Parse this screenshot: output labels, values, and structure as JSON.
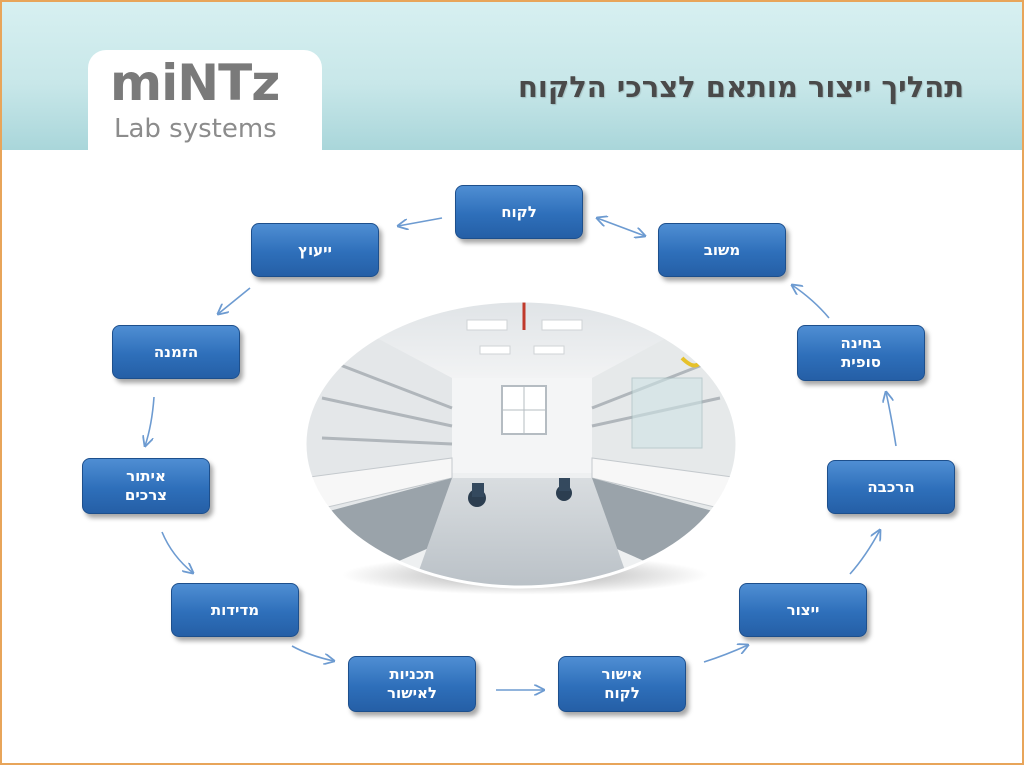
{
  "title": "תהליך ייצור מותאם לצרכי הלקוח",
  "logo": {
    "main": "miNTz",
    "sub": "Lab systems"
  },
  "colors": {
    "box": "#2e6fba",
    "arrow": "#6d9bd1",
    "header": "#c8e7e9",
    "border": "#e8a55a"
  },
  "steps": [
    {
      "id": "customer",
      "label": "לקוח"
    },
    {
      "id": "consulting",
      "label": "ייעוץ"
    },
    {
      "id": "order",
      "label": "הזמנה"
    },
    {
      "id": "needs",
      "label": "איתור\nצרכים"
    },
    {
      "id": "measurements",
      "label": "מדידות"
    },
    {
      "id": "plans",
      "label": "תכניות\nלאישור"
    },
    {
      "id": "approval",
      "label": "אישור\nלקוח"
    },
    {
      "id": "production",
      "label": "ייצור"
    },
    {
      "id": "assembly",
      "label": "הרכבה"
    },
    {
      "id": "final_check",
      "label": "בחינה\nסופית"
    },
    {
      "id": "feedback",
      "label": "משוב"
    }
  ]
}
